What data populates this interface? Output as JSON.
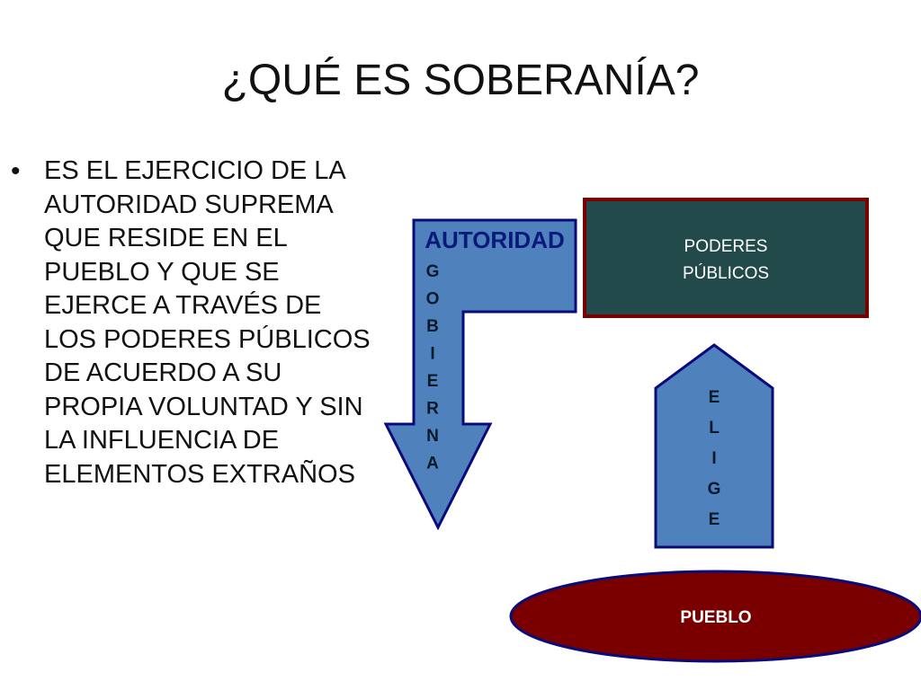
{
  "slide": {
    "title": "¿QUÉ ES SOBERANÍA?",
    "bullet_text": "ES EL EJERCICIO DE LA AUTORIDAD SUPREMA QUE RESIDE EN EL PUEBLO Y QUE SE EJERCE A TRAVÉS DE LOS PODERES PÚBLICOS DE ACUERDO A SU PROPIA VOLUNTAD Y SIN LA INFLUENCIA DE ELEMENTOS EXTRAÑOS"
  },
  "diagram": {
    "autoridad_label": "AUTORIDAD",
    "gobierna_letters": [
      "G",
      "O",
      "B",
      "I",
      "E",
      "R",
      "N",
      "A"
    ],
    "poderes_line1": "PODERES",
    "poderes_line2": "PÚBLICOS",
    "elige_letters": [
      "E",
      "L",
      "I",
      "G",
      "E"
    ],
    "pueblo_label": "PUEBLO",
    "colors": {
      "arrow_fill": "#4f81bd",
      "arrow_stroke": "#0a0a7a",
      "poderes_fill": "#234a4a",
      "poderes_stroke": "#7a0000",
      "pueblo_fill": "#7a0000",
      "pueblo_stroke": "#0a0a7a"
    }
  }
}
